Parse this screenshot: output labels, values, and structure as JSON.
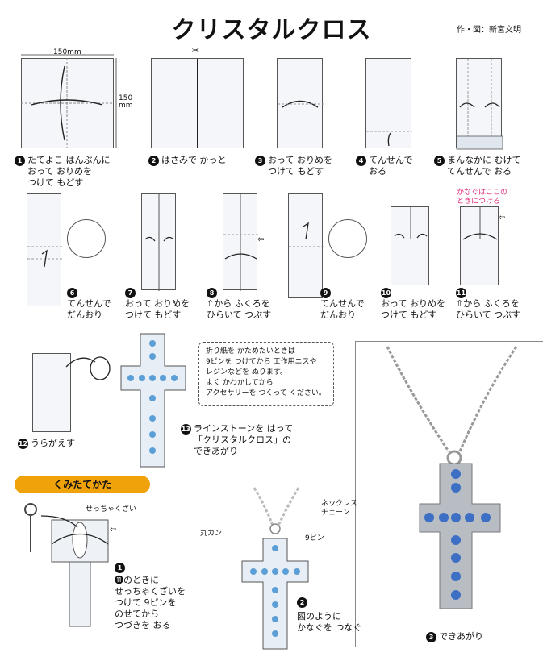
{
  "title": "クリスタルクロス",
  "credit": "作・図：新宮文明",
  "dims": {
    "width": "150mm",
    "height_num": "150",
    "height_unit": "mm"
  },
  "steps": [
    {
      "num": "1",
      "lines": [
        "たてよこ はんぶんに",
        "おって おりめを",
        "つけて もどす"
      ]
    },
    {
      "num": "2",
      "lines": [
        "はさみで かっと"
      ]
    },
    {
      "num": "3",
      "lines": [
        "おって おりめを",
        "つけて もどす"
      ]
    },
    {
      "num": "4",
      "lines": [
        "てんせんで",
        "おる"
      ]
    },
    {
      "num": "5",
      "lines": [
        "まんなかに むけて",
        "てんせんで おる"
      ]
    },
    {
      "num": "6",
      "lines": [
        "てんせんで",
        "だんおり"
      ]
    },
    {
      "num": "7",
      "lines": [
        "おって おりめを",
        "つけて もどす"
      ]
    },
    {
      "num": "8",
      "lines": [
        "⇧から ふくろを",
        "ひらいて つぶす"
      ]
    },
    {
      "num": "9",
      "lines": [
        "てんせんで",
        "だんおり"
      ]
    },
    {
      "num": "10",
      "lines": [
        "おって おりめを",
        "つけて もどす"
      ]
    },
    {
      "num": "11",
      "lines": [
        "⇧から ふくろを",
        "ひらいて つぶす"
      ]
    },
    {
      "num": "12",
      "lines": [
        "うらがえす"
      ]
    },
    {
      "num": "13",
      "lines": [
        "ラインストーンを はって",
        "「クリスタルクロス」の",
        "できあがり"
      ]
    }
  ],
  "step11_note": [
    "かなぐはここの",
    "ときにつける"
  ],
  "tip": [
    "折り紙を かためたいときは",
    "9ピンを つけてから 工作用ニスや",
    "レジンなどを ぬります。",
    "よく かわかしてから",
    "アクセサリーを つくって ください。"
  ],
  "assembly": {
    "header": "くみたてかた",
    "glue_label": "せっちゃくざい",
    "step1": {
      "num": "1",
      "lines": [
        "⓫のときに",
        "せっちゃくざいを",
        "つけて 9ピンを",
        "のせてから",
        "つづきを おる"
      ]
    },
    "necklace_chain_label": [
      "ネックレス",
      "チェーン"
    ],
    "jump_ring_label": "丸カン",
    "pin_label": "9ピン",
    "step2": {
      "num": "2",
      "lines": [
        "図のように",
        "かなぐを つなぐ"
      ]
    },
    "step3": {
      "num": "3",
      "lines": [
        "できあがり"
      ]
    }
  },
  "colors": {
    "accent": "#f0a20a",
    "pink": "#e0287a",
    "gem": "#5b9fd6"
  }
}
